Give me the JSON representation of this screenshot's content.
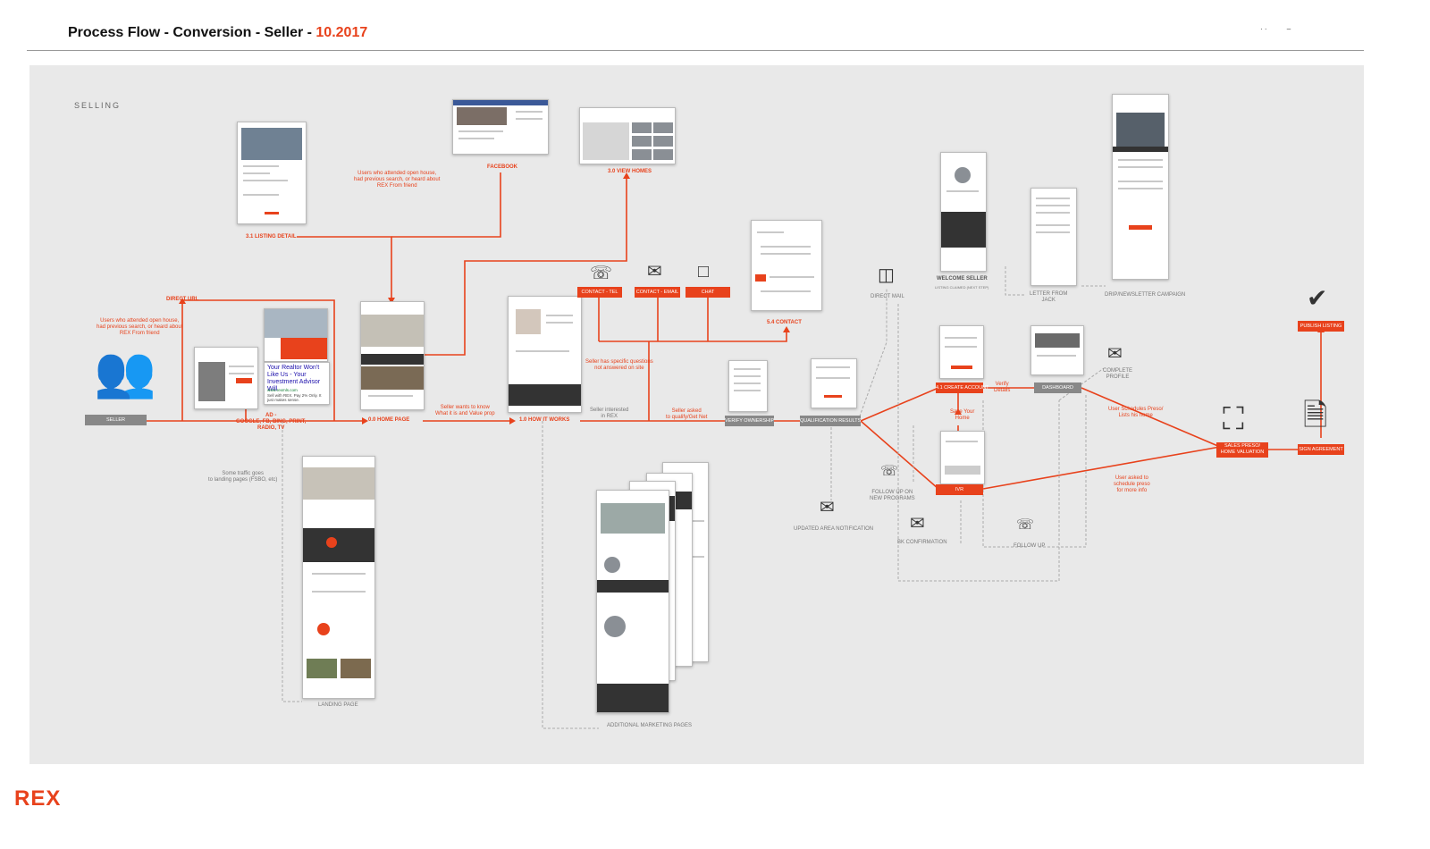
{
  "header": {
    "title": "Process Flow - Conversion - Seller - ",
    "date": "10.2017",
    "dots": "· ·          ‒"
  },
  "section": "SELLING",
  "labels": {
    "listing_detail": "3.1 LISTING DETAIL",
    "facebook": "FACEBOOK",
    "view_homes": "3.0 VIEW HOMES",
    "direct_url": "DIRECT URL",
    "ad": "AD -\nGOOGLE, FB, BING, PRINT,\nRADIO, TV",
    "home_page": "0.0 HOME PAGE",
    "how_it_works": "1.0 HOW IT WORKS",
    "contact": "5.4 CONTACT",
    "welcome_seller": "WELCOME SELLER",
    "welcome_sub": "LISTING CLAIMED (NEXT STEP)",
    "letter_from_jack": "LETTER FROM\nJACK",
    "drip": "DRIP/NEWSLETTER CAMPAIGN",
    "direct_mail": "DIRECT MAIL",
    "complete_profile": "COMPLETE\nPROFILE",
    "follow_up_programs": "FOLLOW UP ON\nNEW PROGRAMS",
    "updated_area": "UPDATED AREA NOTIFICATION",
    "bk_confirmation": "BK CONFIRMATION",
    "follow_up": "FOLLOW UP",
    "landing_page": "LANDING PAGE",
    "additional_pages": "ADDITIONAL MARKETING PAGES"
  },
  "notes": {
    "open_house_top": "Users who attended open house,\nhad previous search, or heard about\nREX From friend",
    "open_house_left": "Users who attended open house,\nhad previous search, or heard about\nREX From friend",
    "traffic": "Some traffic goes\nto landing pages (FSBO, etc)",
    "wants_to_know": "Seller wants to know\nWhat it is and Value prop",
    "specific_questions": "Seller has specific questions\nnot answered on site",
    "interested": "Seller interested\nin REX",
    "asked_qualify": "Seller asked\nto qualify/Get Net",
    "verify_details": "Verify\nDetails",
    "save_home": "Save Your\nHome",
    "schedules_preso": "User Schedules Preso/\nLists his home",
    "asked_schedule": "User asked to\nschedule preso\nfor more info"
  },
  "boxes": {
    "seller": "SELLER",
    "contact_tel": "CONTACT - TEL",
    "contact_email": "CONTACT - EMAIL",
    "chat": "CHAT",
    "verify_ownership": "VERIFY OWNERSHIP",
    "qualification_results": "QUALIFICATION RESULTS",
    "create_account": "4.1 CREATE ACCOUNT",
    "dashboard": "DASHBOARD",
    "ivr": "IVR",
    "sales_preso": "SALES PRESO/\nHOME VALUATION",
    "sign_agreement": "SIGN AGREEMENT",
    "publish_listing": "PUBLISH LISTING"
  },
  "ad_text": {
    "headline": "Your Realtor Won't Like Us - Your Investment Advisor Will",
    "url": "www.rexmls.com",
    "body": "Sell with REX. Pay 2% Only. It just makes sense."
  },
  "logo": "REX",
  "colors": {
    "accent": "#e8421c",
    "canvas": "#e9e9e9",
    "gray_box": "#888888"
  },
  "icons": [
    "users-icon",
    "phone-icon",
    "mail-icon",
    "chat-icon",
    "mailbox-icon",
    "email-at-icon",
    "presenter-icon",
    "signature-doc-icon",
    "checkmark-circle-icon"
  ]
}
